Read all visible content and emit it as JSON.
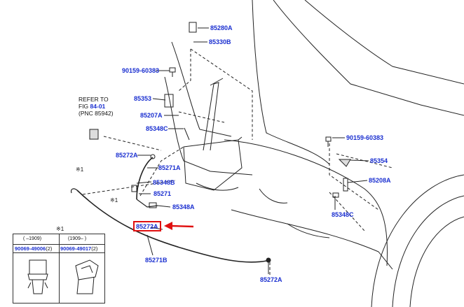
{
  "labels": {
    "p85280A": "85280A",
    "p85330B": "85330B",
    "p90159_1": "90159-60383",
    "p85353": "85353",
    "p85207A": "85207A",
    "p85348C_1": "85348C",
    "p85272A_1": "85272A",
    "p85271A": "85271A",
    "p85348B": "85348B",
    "p85271": "85271",
    "p85348A": "85348A",
    "p85272A_hl": "85272A",
    "p85271B": "85271B",
    "p85272A_3": "85272A",
    "p90159_2": "90159-60383",
    "p85354": "85354",
    "p85208A": "85208A",
    "p85348C_2": "85348C"
  },
  "refer": {
    "line1": "REFER TO",
    "line2_prefix": "FIG ",
    "fig": "84-01",
    "line3": "(PNC 85942)"
  },
  "stars": {
    "s1": "※1",
    "s2": "※1",
    "s3": "※1"
  },
  "inset": {
    "left_range": "( –1909)",
    "right_range": "(1909– )",
    "left_part": "90069-49006",
    "left_qty": "(2)",
    "right_part": "90069-49017",
    "right_qty": "(2)"
  },
  "colors": {
    "label_blue": "#1a2fd0",
    "highlight_red": "#e01010",
    "line": "#222222"
  }
}
